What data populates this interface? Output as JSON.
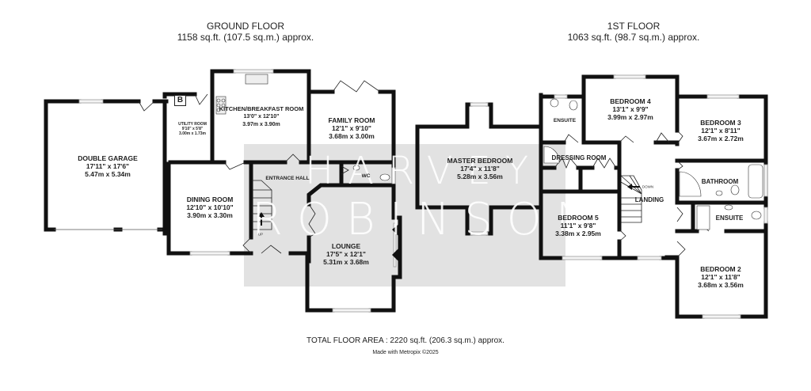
{
  "ground_floor": {
    "title": "GROUND FLOOR",
    "area": "1158 sq.ft. (107.5 sq.m.) approx.",
    "rooms": [
      {
        "name": "DOUBLE GARAGE",
        "imperial": "17'11\"  x 17'6\"",
        "metric": "5.47m  x 5.34m"
      },
      {
        "name": "UTILITY ROOM",
        "imperial": "9'10\"  x 5'8\"",
        "metric": "3.00m  x 1.73m"
      },
      {
        "name": "KITCHEN/BREAKFAST ROOM",
        "imperial": "13'0\"  x 12'10\"",
        "metric": "3.97m  x 3.90m"
      },
      {
        "name": "FAMILY ROOM",
        "imperial": "12'1\"  x 9'10\"",
        "metric": "3.68m  x 3.00m"
      },
      {
        "name": "DINING ROOM",
        "imperial": "12'10\"  x 10'10\"",
        "metric": "3.90m  x 3.30m"
      },
      {
        "name": "ENTRANCE HALL"
      },
      {
        "name": "WC"
      },
      {
        "name": "LOUNGE",
        "imperial": "17'5\"  x 12'1\"",
        "metric": "5.31m  x 3.68m"
      }
    ],
    "boiler_label": "B",
    "stairs_label": "UP"
  },
  "first_floor": {
    "title": "1ST FLOOR",
    "area": "1063 sq.ft. (98.7 sq.m.) approx.",
    "rooms": [
      {
        "name": "MASTER BEDROOM",
        "imperial": "17'4\"  x 11'8\"",
        "metric": "5.28m  x 3.56m"
      },
      {
        "name": "ENSUITE"
      },
      {
        "name": "BEDROOM 4",
        "imperial": "13'1\"  x 9'9\"",
        "metric": "3.99m  x 2.97m"
      },
      {
        "name": "BEDROOM 3",
        "imperial": "12'1\"  x 8'11\"",
        "metric": "3.67m  x 2.72m"
      },
      {
        "name": "DRESSING ROOM"
      },
      {
        "name": "BATHROOM"
      },
      {
        "name": "LANDING"
      },
      {
        "name": "ENSUITE"
      },
      {
        "name": "BEDROOM 5",
        "imperial": "11'1\"  x 9'8\"",
        "metric": "3.38m  x 2.95m"
      },
      {
        "name": "BEDROOM 2",
        "imperial": "12'1\"  x 11'8\"",
        "metric": "3.68m  x 3.56m"
      }
    ],
    "stairs_label": "DOWN"
  },
  "watermark": {
    "line1": "HARVEY",
    "line2": "ROBINSON"
  },
  "footer": {
    "total_area": "TOTAL FLOOR AREA : 2220 sq.ft. (206.3 sq.m.) approx.",
    "credit": "Made with Metropix ©2025"
  },
  "colors": {
    "wall": "#111111",
    "window": "#bbbbbb",
    "watermark_bg": "#d4d4d4",
    "text": "#222222"
  }
}
